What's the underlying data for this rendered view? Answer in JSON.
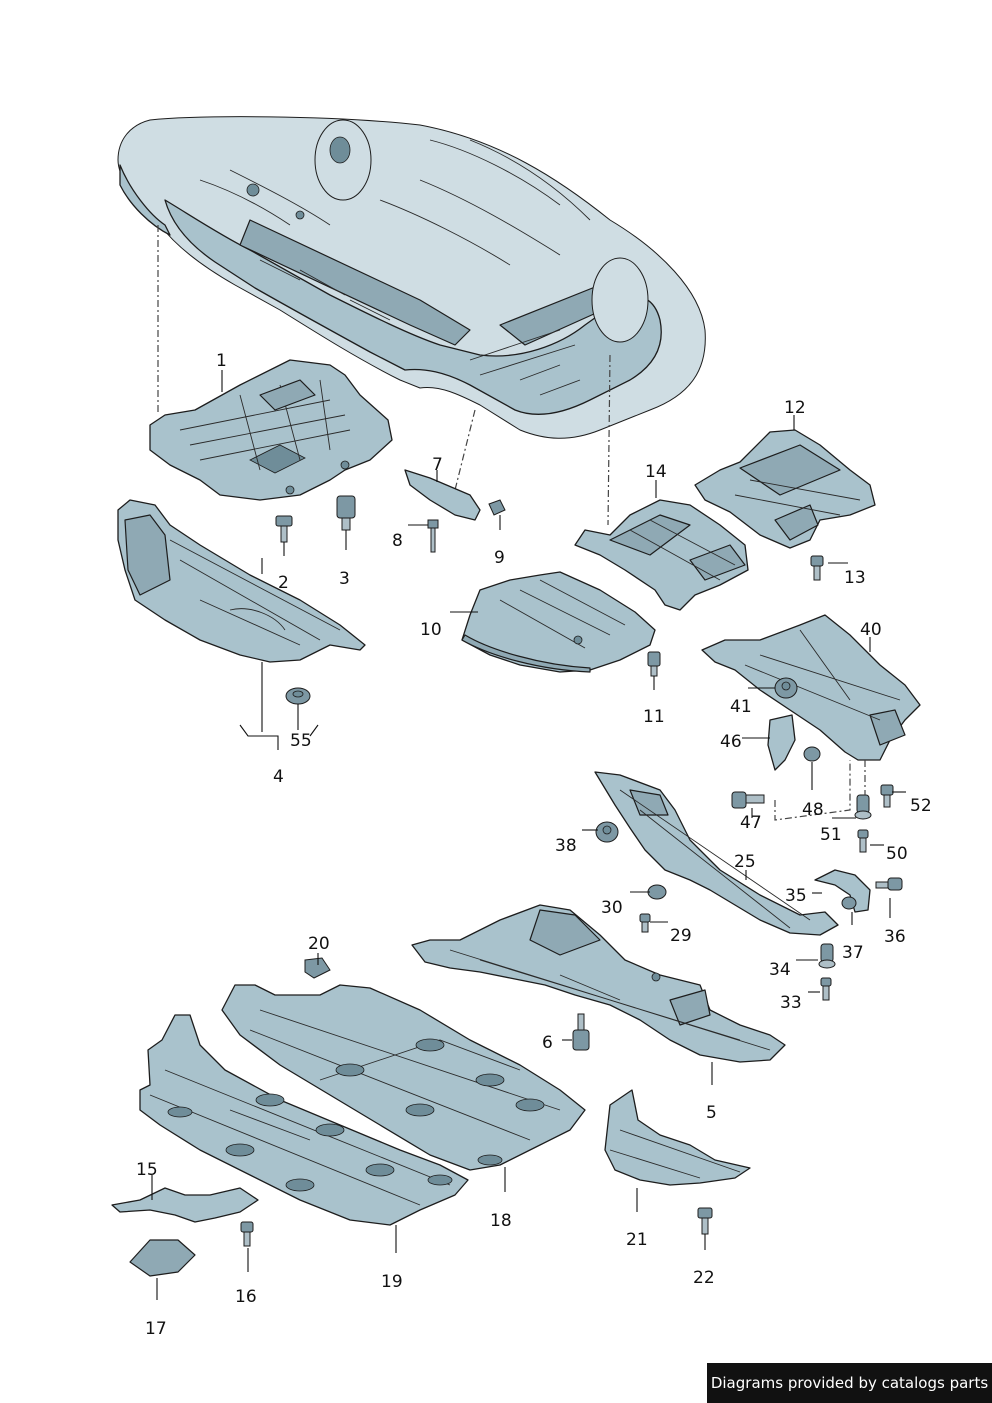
{
  "diagram": {
    "callouts": [
      "1",
      "2",
      "3",
      "4",
      "55",
      "7",
      "8",
      "9",
      "10",
      "11",
      "12",
      "13",
      "14",
      "40",
      "41",
      "46",
      "47",
      "48",
      "51",
      "50",
      "52",
      "38",
      "25",
      "30",
      "29",
      "35",
      "36",
      "37",
      "34",
      "33",
      "20",
      "6",
      "5",
      "15",
      "16",
      "17",
      "18",
      "19",
      "21",
      "22"
    ]
  },
  "footer": {
    "text": "Diagrams provided by catalogs parts"
  },
  "colors": {
    "part_fill": "#a9c2cc",
    "part_dark": "#8fa9b4",
    "outline": "#1d1d1d",
    "footer_bg": "#111111"
  }
}
